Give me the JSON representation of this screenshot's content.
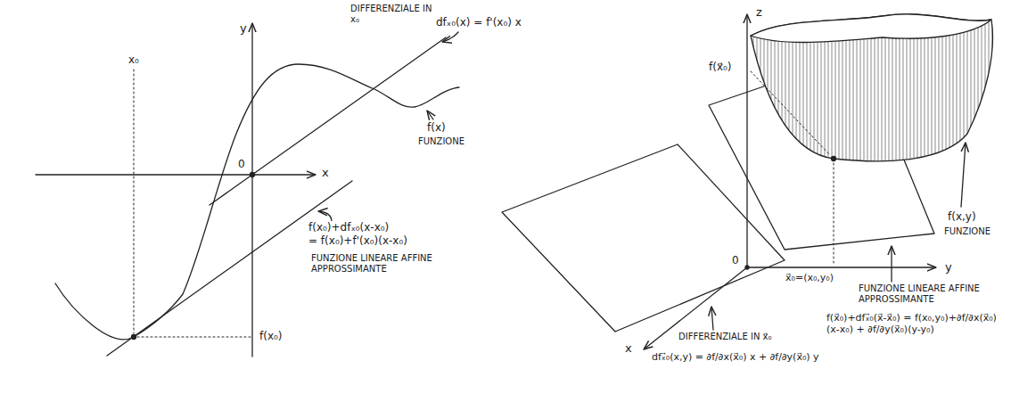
{
  "diagram": {
    "labels": [
      "DIFFERENZIALE IN x₀",
      "dfₓ₀(x) = f'(x₀) x",
      "y",
      "f(x)",
      "FUNZIONE",
      "x₀",
      "0",
      "x",
      "f(x₀)+dfₓ₀(x-x₀) = f(x₀)+f'(x₀)(x-x₀)",
      "FUNZIONE LINEARE AFFINE APPROSSIMANTE",
      "f(x₀)",
      "z",
      "f(x⃗₀)",
      "f(x,y)",
      "FUNZIONE",
      "0",
      "y",
      "x",
      "x⃗₀=(x₀,y₀)",
      "FUNZIONE LINEARE AFFINE APPROSSIMANTE",
      "f(x⃗₀)+dfₓ⃗₀(x⃗-x⃗₀) = f(x₀,y₀)+∂f/∂x(x⃗₀)(x-x₀) + ∂f/∂y(x⃗₀)(y-y₀)",
      "DIFFERENZIALE IN x⃗₀",
      "dfₓ⃗₀(x,y) = ∂f/∂x(x⃗₀) x + ∂f/∂y(x⃗₀) y"
    ]
  }
}
